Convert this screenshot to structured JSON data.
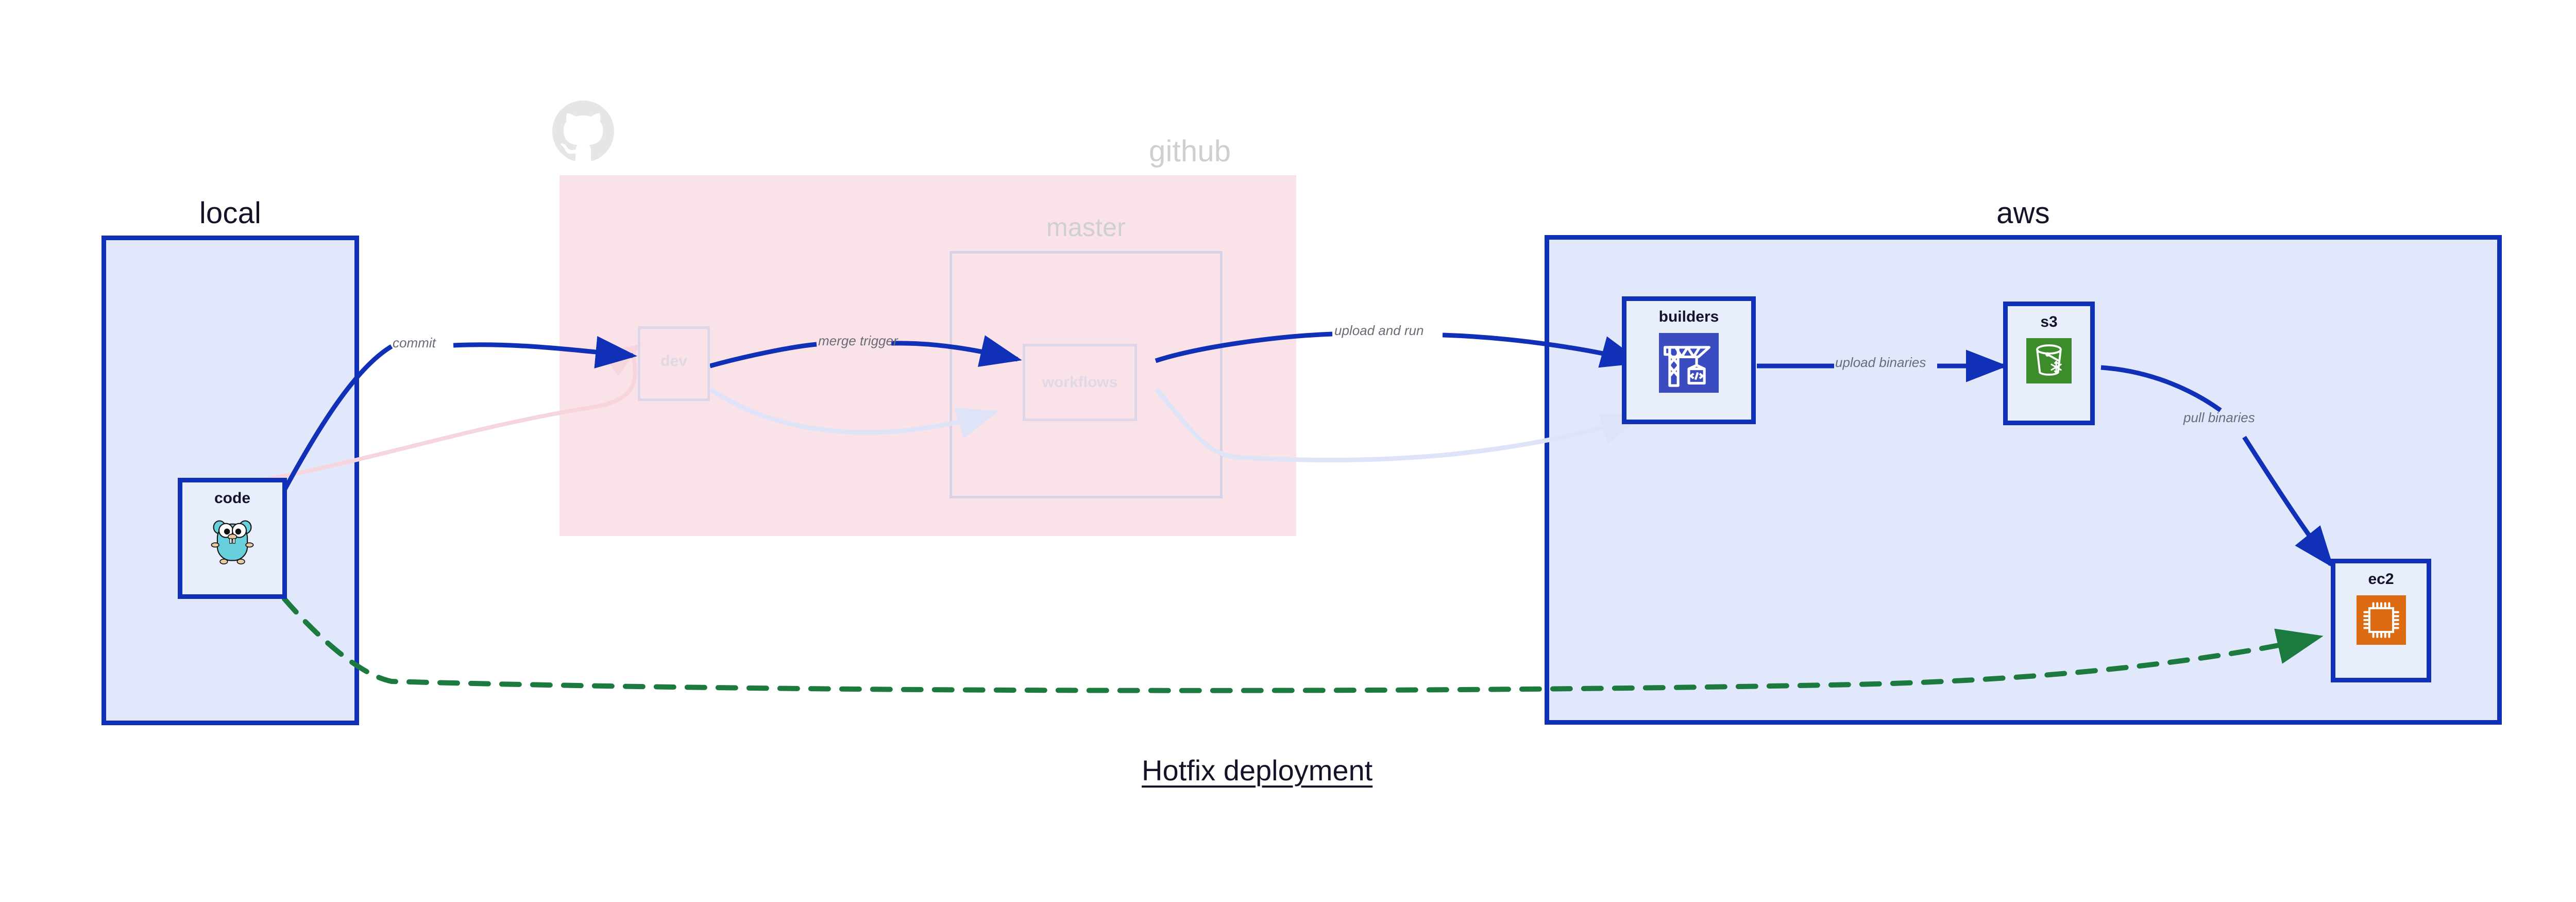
{
  "diagram": {
    "caption": "Hotfix deployment",
    "background": "#ffffff",
    "colors": {
      "active_stroke": "#1130b8",
      "active_fill": "#e2e8fb",
      "node_fill": "#e9eefc",
      "github_fill": "#fae3e8",
      "faded_stroke": "#ddd6e8",
      "label_text": "#6b6b78",
      "title_text": "#141429",
      "dashed_green": "#1d7a3e",
      "builders_icon_bg": "#3b4cc0",
      "s3_icon_bg": "#3d8c2b",
      "ec2_icon_bg": "#dd6b14",
      "gopher_body": "#68d0dc"
    }
  },
  "zones": [
    {
      "id": "local",
      "label": "local",
      "state": "active"
    },
    {
      "id": "github",
      "label": "github",
      "state": "faded"
    },
    {
      "id": "master",
      "label": "master",
      "state": "faded"
    },
    {
      "id": "aws",
      "label": "aws",
      "state": "active"
    }
  ],
  "nodes": [
    {
      "id": "code",
      "label": "code",
      "icon": "go-gopher-icon",
      "state": "active",
      "zone": "local"
    },
    {
      "id": "dev",
      "label": "dev",
      "icon": "none",
      "state": "faded",
      "zone": "github"
    },
    {
      "id": "workflows",
      "label": "workflows",
      "icon": "none",
      "state": "faded",
      "zone": "master"
    },
    {
      "id": "builders",
      "label": "builders",
      "icon": "crane-code-icon",
      "state": "active",
      "zone": "aws"
    },
    {
      "id": "s3",
      "label": "s3",
      "icon": "bucket-snowflake-icon",
      "state": "active",
      "zone": "aws"
    },
    {
      "id": "ec2",
      "label": "ec2",
      "icon": "cpu-chip-icon",
      "state": "active",
      "zone": "aws"
    }
  ],
  "edges": [
    {
      "id": "commit",
      "label": "commit",
      "from": "code",
      "to": "dev",
      "style": "solid-blue",
      "state": "active"
    },
    {
      "id": "merge-trigger",
      "label": "merge trigger",
      "from": "dev",
      "to": "workflows",
      "style": "solid-blue",
      "state": "active"
    },
    {
      "id": "upload-and-run",
      "label": "upload and run",
      "from": "workflows",
      "to": "builders",
      "style": "solid-blue",
      "state": "active"
    },
    {
      "id": "upload-binaries",
      "label": "upload binaries",
      "from": "builders",
      "to": "s3",
      "style": "solid-blue",
      "state": "active"
    },
    {
      "id": "pull-binaries",
      "label": "pull binaries",
      "from": "s3",
      "to": "ec2",
      "style": "solid-blue",
      "state": "active"
    },
    {
      "id": "hotfix-direct",
      "label": "",
      "from": "code",
      "to": "ec2",
      "style": "dashed-green",
      "state": "active"
    },
    {
      "id": "faded-code-dev",
      "label": "",
      "from": "code",
      "to": "dev",
      "style": "solid-pink",
      "state": "faded"
    },
    {
      "id": "faded-dev-wf",
      "label": "",
      "from": "dev",
      "to": "workflows",
      "style": "solid-lilac",
      "state": "faded"
    },
    {
      "id": "faded-wf-build",
      "label": "",
      "from": "workflows",
      "to": "builders",
      "style": "solid-lilac",
      "state": "faded"
    }
  ],
  "icons": {
    "github_logo": "github-octocat-icon"
  }
}
